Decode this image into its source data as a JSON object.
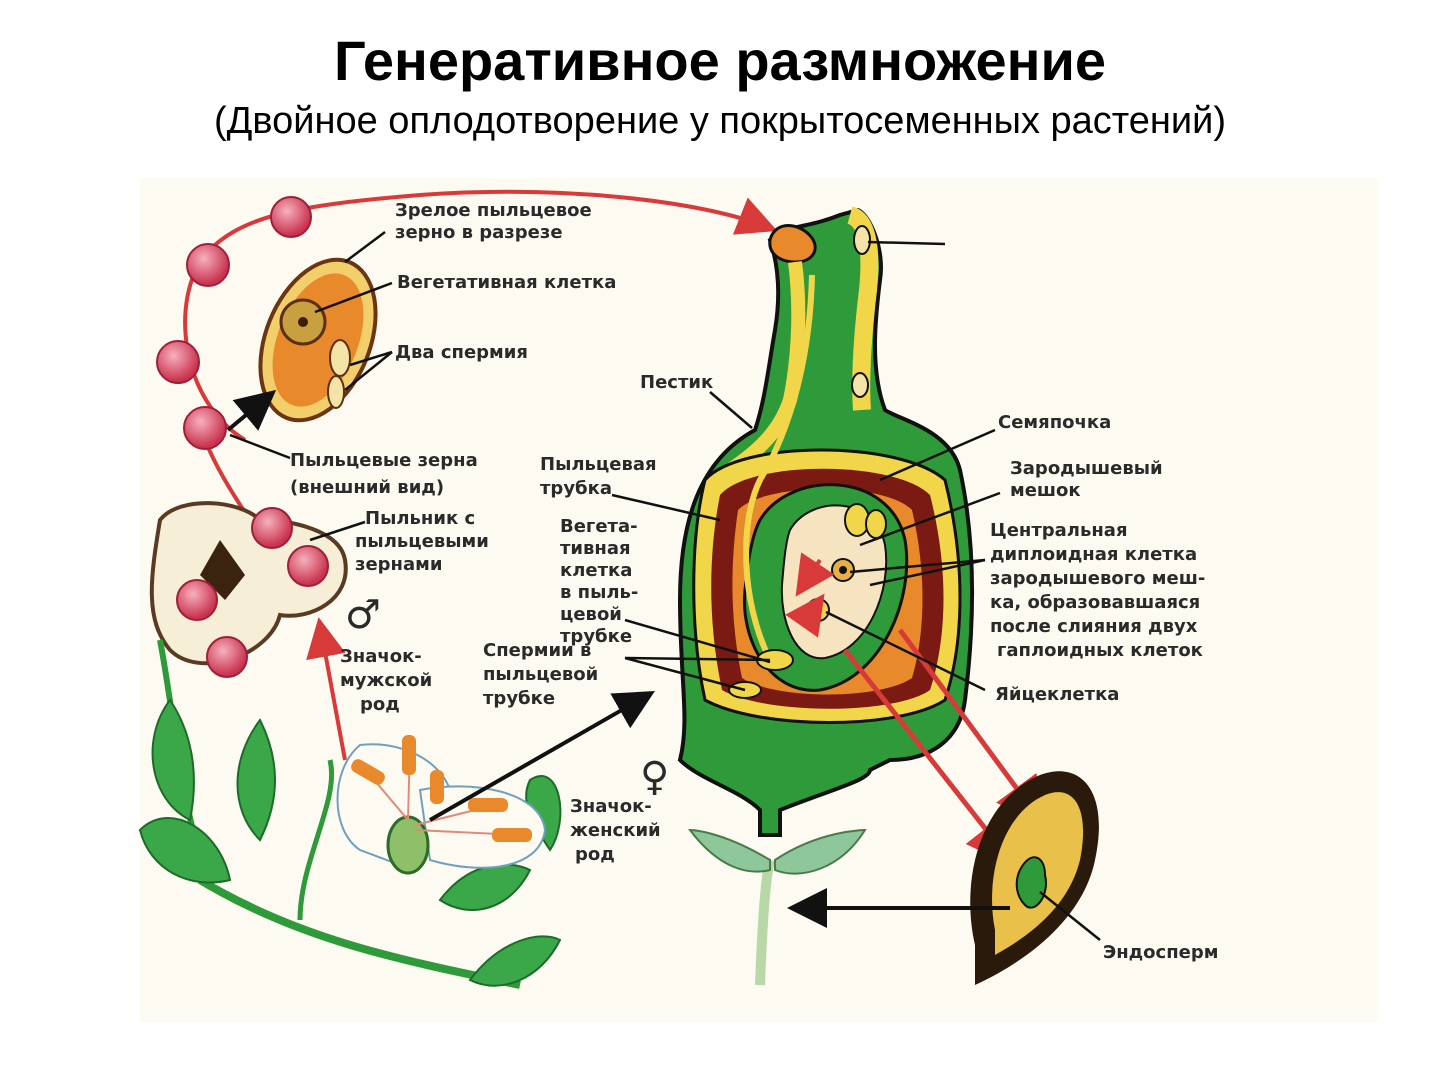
{
  "title": "Генеративное размножение",
  "subtitle": "(Двойное оплодотворение у покрытосеменных растений)",
  "labels": {
    "mature_pollen_1": "Зрелое пыльцевое",
    "mature_pollen_2": "зерно в разрезе",
    "vegetative_cell": "Вегетативная клетка",
    "two_sperm": "Два спермия",
    "pistil": "Пестик",
    "ovule": "Семяпочка",
    "embryo_sac_1": "Зародышевый",
    "embryo_sac_2": "мешок",
    "pollen_tube_1": "Пыльцевая",
    "pollen_tube_2": "трубка",
    "veg_tube_1": "Вегета-",
    "veg_tube_2": "тивная",
    "veg_tube_3": "клетка",
    "veg_tube_4": "в пыль-",
    "veg_tube_5": "цевой",
    "veg_tube_6": "трубке",
    "central_1": "Центральная",
    "central_2": "диплоидная клетка",
    "central_3": "зародышевого меш-",
    "central_4": "ка, образовавшаяся",
    "central_5": "после слияния двух",
    "central_6": "гаплоидных клеток",
    "sperm_tube_1": "Спермии в",
    "sperm_tube_2": "пыльцевой",
    "sperm_tube_3": "трубке",
    "egg_cell": "Яйцеклетка",
    "pollen_grains_1": "Пыльцевые зерна",
    "pollen_grains_2": "(внешний вид)",
    "anther_1": "Пыльник с",
    "anther_2": "пыльцевыми",
    "anther_3": "зернами",
    "male_1": "Значок-",
    "male_2": "мужской",
    "male_3": "род",
    "female_1": "Значок-",
    "female_2": "женский",
    "female_3": "род",
    "endosperm": "Эндосперм"
  },
  "symbols": {
    "male": "♂",
    "female": "♀"
  },
  "colors": {
    "green": "#2e9a3a",
    "yellow": "#f2d64a",
    "darkred": "#7a1a12",
    "orange": "#e8892c",
    "pollen": "#d8506a",
    "arrow_red": "#d83a3a"
  }
}
